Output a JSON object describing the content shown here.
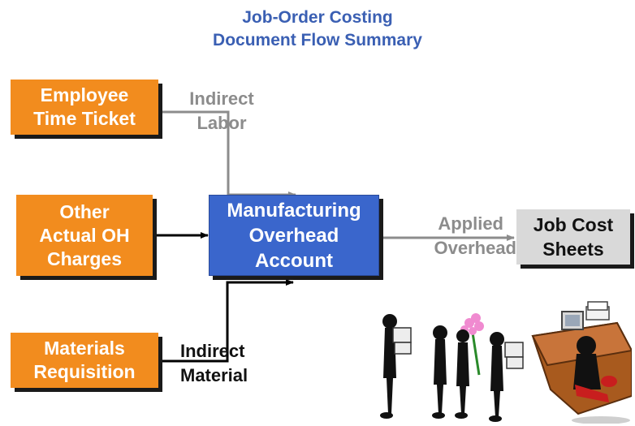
{
  "title": {
    "line1": "Job-Order Costing",
    "line2": "Document Flow Summary"
  },
  "nodes": {
    "employee_time_ticket": {
      "line1": "Employee",
      "line2": "Time Ticket"
    },
    "other_actual_oh": {
      "line1": "Other",
      "line2": "Actual OH",
      "line3": "Charges"
    },
    "materials_requisition": {
      "line1": "Materials",
      "line2": "Requisition"
    },
    "manufacturing_overhead": {
      "line1": "Manufacturing",
      "line2": "Overhead",
      "line3": "Account"
    },
    "job_cost_sheets": {
      "line1": "Job Cost",
      "line2": "Sheets"
    }
  },
  "edge_labels": {
    "indirect_labor": {
      "line1": "Indirect",
      "line2": "Labor"
    },
    "applied_overhead": {
      "line1": "Applied",
      "line2": "Overhead"
    },
    "indirect_material": {
      "line1": "Indirect",
      "line2": "Material"
    }
  },
  "colors": {
    "title": "#3a5fb3",
    "source_box": "#f28c1e",
    "account_box": "#3a66cc",
    "target_box": "#d9d9d9",
    "muted_label": "#8c8c8c"
  },
  "clipart": {
    "icon": "people-delivering-to-desk-clipart"
  }
}
